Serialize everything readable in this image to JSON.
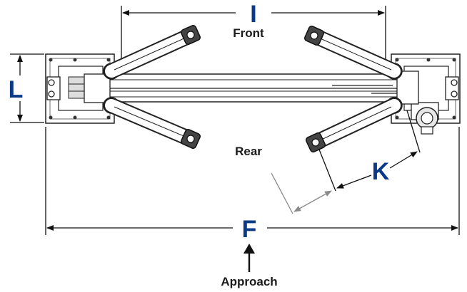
{
  "labels": {
    "front": "Front",
    "rear": "Rear",
    "approach": "Approach"
  },
  "dimensions": {
    "i": "I",
    "l": "L",
    "k": "K",
    "f": "F"
  },
  "colors": {
    "dimension_letter": "#0a3a86",
    "line": "#111111",
    "secondary_line": "#8a8a8a"
  }
}
